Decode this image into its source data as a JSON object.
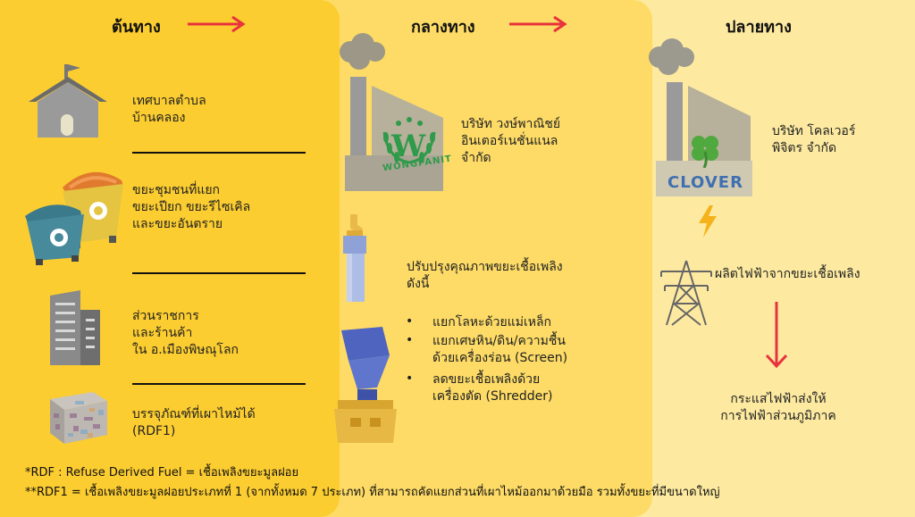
{
  "columns": [
    {
      "title": "ต้นทาง"
    },
    {
      "title": "กลางทาง"
    },
    {
      "title": "ปลายทาง"
    }
  ],
  "source": {
    "items": [
      {
        "label": "เทศบาลตำบล\nบ้านคลอง"
      },
      {
        "label": "ขยะชุมชนที่แยก\nขยะเปียก ขยะรีไซเคิล\nและขยะอันตราย"
      },
      {
        "label": "ส่วนราชการ\nและร้านค้า\nใน อ.เมืองพิษณุโลก"
      },
      {
        "label": "บรรจุภัณฑ์ที่เผาไหม้ได้\n(RDF1)"
      }
    ]
  },
  "middle": {
    "company": "บริษัท วงษ์พาณิชย์\nอินเตอร์เนชั่นแนล\nจำกัด",
    "logo_text": "WONGPANIT",
    "logo_letter": "W",
    "process_title": "ปรับปรุงคุณภาพขยะเชื้อเพลิง\nดังนี้",
    "steps": [
      "แยกโลหะด้วยแม่เหล็ก",
      "แยกเศษหิน/ดิน/ความชื้น\nด้วยเครื่องร่อน (Screen)",
      "ลดขยะเชื้อเพลิงด้วย\nเครื่องตัด (Shredder)"
    ]
  },
  "end": {
    "company": "บริษัท โคลเวอร์\nพิจิตร จำกัด",
    "logo_text": "CLOVER",
    "power_text": "ผลิตไฟฟ้าจากขยะเชื้อเพลิง",
    "grid_text": "กระแสไฟฟ้าส่งให้\nการไฟฟ้าส่วนภูมิภาค"
  },
  "notes": [
    "*RDF : Refuse Derived Fuel = เชื้อเพลิงขยะมูลฝอย",
    "**RDF1 = เชื้อเพลิงขยะมูลฝอยประเภทที่ 1 (จากทั้งหมด 7 ประเภท) ที่สามารถคัดแยกส่วนที่เผาไหม้ออกมาด้วยมือ รวมทั้งขยะที่มีขนาดใหญ่"
  ],
  "colors": {
    "col1": "#fccd30",
    "col2": "#fddb66",
    "col3": "#fdeaa0",
    "arrow": "#e8323c",
    "text": "#222222"
  },
  "icons": [
    "house-icon",
    "bins-icon",
    "office-building-icon",
    "rdf-bale-icon",
    "factory-icon",
    "magnet-icon",
    "shredder-icon",
    "lightning-icon",
    "power-tower-icon",
    "clover-icon",
    "laurel-icon"
  ]
}
